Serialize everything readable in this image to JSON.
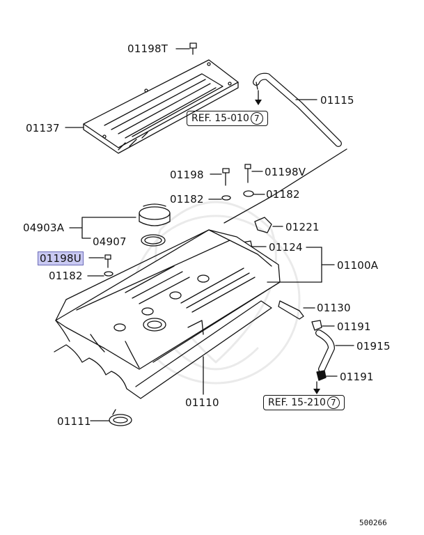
{
  "parts": {
    "p01198T": "01198T",
    "p01115": "01115",
    "p01137": "01137",
    "p01198": "01198",
    "p01198V": "01198V",
    "p01182a": "01182",
    "p01182b": "01182",
    "p04903A": "04903A",
    "p01221": "01221",
    "p04907": "04907",
    "p01124": "01124",
    "p01198U": "01198U",
    "p01100A": "01100A",
    "p01182c": "01182",
    "p01130": "01130",
    "p01191a": "01191",
    "p01915": "01915",
    "p01191b": "01191",
    "p01110": "01110",
    "p01111": "01111"
  },
  "refs": {
    "ref1_text": "REF. 15-010",
    "ref1_num": "7",
    "ref2_text": "REF. 15-210",
    "ref2_num": "7"
  },
  "footer_code": "500266",
  "highlight_color": "#c9c9f2"
}
